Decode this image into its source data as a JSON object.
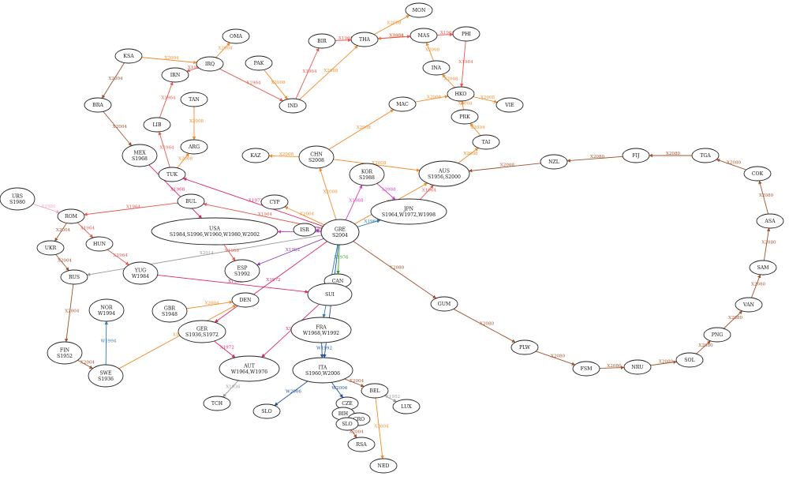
{
  "diagram": {
    "nodes": [
      {
        "id": "MON",
        "lines": [
          "MON"
        ]
      },
      {
        "id": "MAS",
        "lines": [
          "MAS"
        ]
      },
      {
        "id": "PHI",
        "lines": [
          "PHI"
        ]
      },
      {
        "id": "BIR",
        "lines": [
          "BIR"
        ]
      },
      {
        "id": "THA",
        "lines": [
          "THA"
        ]
      },
      {
        "id": "OMA",
        "lines": [
          "OMA"
        ]
      },
      {
        "id": "KSA",
        "lines": [
          "KSA"
        ]
      },
      {
        "id": "IRQ",
        "lines": [
          "IRQ"
        ]
      },
      {
        "id": "PAK",
        "lines": [
          "PAK"
        ]
      },
      {
        "id": "IRN",
        "lines": [
          "IRN"
        ]
      },
      {
        "id": "INA",
        "lines": [
          "INA"
        ]
      },
      {
        "id": "TAN",
        "lines": [
          "TAN"
        ]
      },
      {
        "id": "BRA",
        "lines": [
          "BRA"
        ]
      },
      {
        "id": "IND",
        "lines": [
          "IND"
        ]
      },
      {
        "id": "HKO",
        "lines": [
          "HKO"
        ]
      },
      {
        "id": "VIE",
        "lines": [
          "VIE"
        ]
      },
      {
        "id": "MAC",
        "lines": [
          "MAC"
        ]
      },
      {
        "id": "PRK",
        "lines": [
          "PRK"
        ]
      },
      {
        "id": "LIB",
        "lines": [
          "LIB"
        ]
      },
      {
        "id": "TAI",
        "lines": [
          "TAI"
        ]
      },
      {
        "id": "MEX",
        "lines": [
          "MEX",
          "S1968"
        ]
      },
      {
        "id": "ARG",
        "lines": [
          "ARG"
        ]
      },
      {
        "id": "KAZ",
        "lines": [
          "KAZ"
        ]
      },
      {
        "id": "CHN",
        "lines": [
          "CHN",
          "S2008"
        ]
      },
      {
        "id": "TGA",
        "lines": [
          "TGA"
        ]
      },
      {
        "id": "FIJ",
        "lines": [
          "FIJ"
        ]
      },
      {
        "id": "NZL",
        "lines": [
          "NZL"
        ]
      },
      {
        "id": "AUS",
        "lines": [
          "AUS",
          "S1956,S2000"
        ]
      },
      {
        "id": "KOR",
        "lines": [
          "KOR",
          "S1988"
        ]
      },
      {
        "id": "COK",
        "lines": [
          "COK"
        ]
      },
      {
        "id": "TUK",
        "lines": [
          "TUK"
        ]
      },
      {
        "id": "URS",
        "lines": [
          "URS",
          "S1980"
        ]
      },
      {
        "id": "BUL",
        "lines": [
          "BUL"
        ]
      },
      {
        "id": "CYP",
        "lines": [
          "CYP"
        ]
      },
      {
        "id": "JPN",
        "lines": [
          "JPN",
          "S1964,W1972,W1998"
        ]
      },
      {
        "id": "ROM",
        "lines": [
          "ROM"
        ]
      },
      {
        "id": "ASA",
        "lines": [
          "ASA"
        ]
      },
      {
        "id": "USA",
        "lines": [
          "USA",
          "S1984,S1996,W1960,W1980,W2002"
        ]
      },
      {
        "id": "ISR",
        "lines": [
          "ISR"
        ]
      },
      {
        "id": "GRE",
        "lines": [
          "GRE",
          "S2004"
        ]
      },
      {
        "id": "UKR",
        "lines": [
          "UKR"
        ]
      },
      {
        "id": "HUN",
        "lines": [
          "HUN"
        ]
      },
      {
        "id": "YUG",
        "lines": [
          "YUG",
          "W1984"
        ]
      },
      {
        "id": "ESP",
        "lines": [
          "ESP",
          "S1992"
        ]
      },
      {
        "id": "SAM",
        "lines": [
          "SAM"
        ]
      },
      {
        "id": "RUS",
        "lines": [
          "RUS"
        ]
      },
      {
        "id": "CAN",
        "lines": [
          "CAN"
        ]
      },
      {
        "id": "SUI",
        "lines": [
          "SUI"
        ]
      },
      {
        "id": "GUM",
        "lines": [
          "GUM"
        ]
      },
      {
        "id": "DEN",
        "lines": [
          "DEN"
        ]
      },
      {
        "id": "NOR",
        "lines": [
          "NOR",
          "W1994"
        ]
      },
      {
        "id": "GBR",
        "lines": [
          "GBR",
          "S1948"
        ]
      },
      {
        "id": "VAN",
        "lines": [
          "VAN"
        ]
      },
      {
        "id": "GER",
        "lines": [
          "GER",
          "S1936,S1972"
        ]
      },
      {
        "id": "FRA",
        "lines": [
          "FRA",
          "W1968,W1992"
        ]
      },
      {
        "id": "PNG",
        "lines": [
          "PNG"
        ]
      },
      {
        "id": "FIN",
        "lines": [
          "FIN",
          "S1952"
        ]
      },
      {
        "id": "PLW",
        "lines": [
          "PLW"
        ]
      },
      {
        "id": "SOL",
        "lines": [
          "SOL"
        ]
      },
      {
        "id": "SWE",
        "lines": [
          "SWE",
          "S1936"
        ]
      },
      {
        "id": "AUT",
        "lines": [
          "AUT",
          "W1964,W1976"
        ]
      },
      {
        "id": "ITA",
        "lines": [
          "ITA",
          "S1960,W2006"
        ]
      },
      {
        "id": "FSM",
        "lines": [
          "FSM"
        ]
      },
      {
        "id": "NRU",
        "lines": [
          "NRU"
        ]
      },
      {
        "id": "BEL",
        "lines": [
          "BEL"
        ]
      },
      {
        "id": "CZE",
        "lines": [
          "CZE"
        ]
      },
      {
        "id": "TCH",
        "lines": [
          "TCH"
        ]
      },
      {
        "id": "LUX",
        "lines": [
          "LUX"
        ]
      },
      {
        "id": "SLO",
        "lines": [
          "SLO"
        ]
      },
      {
        "id": "NED",
        "lines": [
          "NED"
        ]
      },
      {
        "id": "BIH",
        "lines": [
          "BIH"
        ]
      },
      {
        "id": "CRO",
        "lines": [
          "CRO"
        ]
      },
      {
        "id": "SLOV",
        "lines": [
          "SLO"
        ]
      },
      {
        "id": "RSA",
        "lines": [
          "RSA"
        ]
      }
    ],
    "edges": [
      {
        "from": "GRE",
        "to": "GUM",
        "label": "X2080",
        "color": "#a0522d"
      },
      {
        "from": "GUM",
        "to": "PLW",
        "label": "X2080",
        "color": "#a0522d"
      },
      {
        "from": "PLW",
        "to": "FSM",
        "label": "X2080",
        "color": "#a0522d"
      },
      {
        "from": "FSM",
        "to": "NRU",
        "label": "X2080",
        "color": "#a0522d"
      },
      {
        "from": "NRU",
        "to": "SOL",
        "label": "X2080",
        "color": "#a0522d"
      },
      {
        "from": "SOL",
        "to": "PNG",
        "label": "X2080",
        "color": "#a0522d"
      },
      {
        "from": "PNG",
        "to": "VAN",
        "label": "X2080",
        "color": "#a0522d"
      },
      {
        "from": "VAN",
        "to": "SAM",
        "label": "X2080",
        "color": "#a0522d"
      },
      {
        "from": "SAM",
        "to": "ASA",
        "label": "X2080",
        "color": "#a0522d"
      },
      {
        "from": "ASA",
        "to": "COK",
        "label": "X2080",
        "color": "#a0522d"
      },
      {
        "from": "COK",
        "to": "TGA",
        "label": "X2080",
        "color": "#a0522d"
      },
      {
        "from": "TGA",
        "to": "FIJ",
        "label": "X2080",
        "color": "#a0522d"
      },
      {
        "from": "FIJ",
        "to": "NZL",
        "label": "X2080",
        "color": "#a0522d"
      },
      {
        "from": "NZL",
        "to": "AUS",
        "label": "X2008",
        "color": "#a0522d"
      },
      {
        "from": "GRE",
        "to": "CHN",
        "label": "X2008",
        "color": "#f28c28"
      },
      {
        "from": "CHN",
        "to": "KAZ",
        "label": "X2008",
        "color": "#f28c28"
      },
      {
        "from": "CHN",
        "to": "MAC",
        "label": "X2008",
        "color": "#f28c28"
      },
      {
        "from": "MAC",
        "to": "HKO",
        "label": "X2008",
        "color": "#f28c28"
      },
      {
        "from": "HKO",
        "to": "VIE",
        "label": "X2008",
        "color": "#f28c28"
      },
      {
        "from": "PRK",
        "to": "HKO",
        "label": "X2004",
        "color": "#f28c28"
      },
      {
        "from": "HKO",
        "to": "INA",
        "label": "X2008",
        "color": "#f28c28"
      },
      {
        "from": "INA",
        "to": "MAS",
        "label": "X2008",
        "color": "#f28c28"
      },
      {
        "from": "MAS",
        "to": "THA",
        "label": "X2008",
        "color": "#f28c28"
      },
      {
        "from": "THA",
        "to": "MON",
        "label": "X2008",
        "color": "#f28c28"
      },
      {
        "from": "THA",
        "to": "MAS",
        "label": "X1964",
        "color": "#e8564d"
      },
      {
        "from": "MAS",
        "to": "PHI",
        "label": "X1964",
        "color": "#e8564d"
      },
      {
        "from": "PHI",
        "to": "HKO",
        "label": "X1964",
        "color": "#e8564d"
      },
      {
        "from": "IND",
        "to": "BIR",
        "label": "X1964",
        "color": "#e8564d"
      },
      {
        "from": "BIR",
        "to": "THA",
        "label": "X1964",
        "color": "#e8564d"
      },
      {
        "from": "IND",
        "to": "THA",
        "label": "X2008",
        "color": "#f28c28"
      },
      {
        "from": "IRQ",
        "to": "OMA",
        "label": "X2004",
        "color": "#f28c28"
      },
      {
        "from": "PAK",
        "to": "IND",
        "label": "X2008",
        "color": "#f28c28"
      },
      {
        "from": "IRQ",
        "to": "IND",
        "label": "X1964",
        "color": "#e8564d"
      },
      {
        "from": "KSA",
        "to": "IRQ",
        "label": "X2004",
        "color": "#f28c28"
      },
      {
        "from": "IRQ",
        "to": "IRN",
        "label": "X1964",
        "color": "#e8564d"
      },
      {
        "from": "KSA",
        "to": "BRA",
        "label": "X2004",
        "color": "#a0522d"
      },
      {
        "from": "BRA",
        "to": "MEX",
        "label": "X2004",
        "color": "#a0522d"
      },
      {
        "from": "TAN",
        "to": "ARG",
        "label": "X2008",
        "color": "#f28c28"
      },
      {
        "from": "LIB",
        "to": "IRN",
        "label": "X1964",
        "color": "#e8564d"
      },
      {
        "from": "TUK",
        "to": "LIB",
        "label": "X1964",
        "color": "#e8564d"
      },
      {
        "from": "TUK",
        "to": "ARG",
        "label": "X2008",
        "color": "#f28c28"
      },
      {
        "from": "GRE",
        "to": "TUK",
        "label": "X1972",
        "color": "#e0245e"
      },
      {
        "from": "GRE",
        "to": "BUL",
        "label": "X1964",
        "color": "#e8564d"
      },
      {
        "from": "GRE",
        "to": "CYP",
        "label": "X2004",
        "color": "#f28c28"
      },
      {
        "from": "GRE",
        "to": "JPN",
        "label": "X1964",
        "color": "#2c7bb6"
      },
      {
        "from": "GRE",
        "to": "KOR",
        "label": "X1988",
        "color": "#d63fbf"
      },
      {
        "from": "GRE",
        "to": "AUS",
        "label": "X2000",
        "color": "#f28c28"
      },
      {
        "from": "GRE",
        "to": "ISR",
        "label": "X2004",
        "color": "#8e44ad"
      },
      {
        "from": "GRE",
        "to": "USA",
        "label": "X1984",
        "color": "#d63fbf"
      },
      {
        "from": "GRE",
        "to": "ESP",
        "label": "X1992",
        "color": "#8e44ad"
      },
      {
        "from": "GRE",
        "to": "CAN",
        "label": "X1976",
        "color": "#2ca02c"
      },
      {
        "from": "GRE",
        "to": "GER",
        "label": "X1972",
        "color": "#e0245e"
      },
      {
        "from": "GRE",
        "to": "FRA",
        "label": "W1968",
        "color": "#2c7bb6"
      },
      {
        "from": "GRE",
        "to": "ITA",
        "label": "X1960",
        "color": "#1f4e9c"
      },
      {
        "from": "GRE",
        "to": "RUS",
        "label": "X2014",
        "color": "#999999"
      },
      {
        "from": "BUL",
        "to": "ROM",
        "label": "X1964",
        "color": "#e8564d"
      },
      {
        "from": "ROM",
        "to": "HUN",
        "label": "X1964",
        "color": "#e8564d"
      },
      {
        "from": "ROM",
        "to": "UKR",
        "label": "X2004",
        "color": "#a0522d"
      },
      {
        "from": "URS",
        "to": "ROM",
        "label": "X1980",
        "color": "#f4a6c8"
      },
      {
        "from": "UKR",
        "to": "RUS",
        "label": "X2004",
        "color": "#a0522d"
      },
      {
        "from": "RUS",
        "to": "FIN",
        "label": "X2004",
        "color": "#a0522d"
      },
      {
        "from": "FIN",
        "to": "SWE",
        "label": "X2004",
        "color": "#a0522d"
      },
      {
        "from": "HUN",
        "to": "YUG",
        "label": "X1964",
        "color": "#e8564d"
      },
      {
        "from": "YUG",
        "to": "SUI",
        "label": "X1968",
        "color": "#e0245e"
      },
      {
        "from": "SWE",
        "to": "NOR",
        "label": "W1994",
        "color": "#2c7bb6"
      },
      {
        "from": "SWE",
        "to": "DEN",
        "label": "X1956",
        "color": "#f28c28"
      },
      {
        "from": "GBR",
        "to": "DEN",
        "label": "X2004",
        "color": "#f28c28"
      },
      {
        "from": "GER",
        "to": "AUT",
        "label": "X1972",
        "color": "#e0245e"
      },
      {
        "from": "SUI",
        "to": "AUT",
        "label": "X1972",
        "color": "#e0245e"
      },
      {
        "from": "AUT",
        "to": "TCH",
        "label": "X1936",
        "color": "#999999"
      },
      {
        "from": "ITA",
        "to": "SLO",
        "label": "W2006",
        "color": "#1f4e9c"
      },
      {
        "from": "ITA",
        "to": "BEL",
        "label": "X2004",
        "color": "#a0522d"
      },
      {
        "from": "BEL",
        "to": "LUX",
        "label": "X1952",
        "color": "#999999"
      },
      {
        "from": "BEL",
        "to": "NED",
        "label": "X2004",
        "color": "#f28c28"
      },
      {
        "from": "ITA",
        "to": "CZE",
        "label": "W2006",
        "color": "#1f4e9c"
      },
      {
        "from": "CZE",
        "to": "BIH",
        "label": "X2004",
        "color": "#a0522d"
      },
      {
        "from": "BIH",
        "to": "CRO",
        "label": "X2004",
        "color": "#a0522d"
      },
      {
        "from": "CRO",
        "to": "SLOV",
        "label": "X2004",
        "color": "#a0522d"
      },
      {
        "from": "SLOV",
        "to": "RSA",
        "label": "X2004",
        "color": "#a0522d"
      },
      {
        "from": "FRA",
        "to": "ITA",
        "label": "W1992",
        "color": "#1f4e9c"
      },
      {
        "from": "USA",
        "to": "ESP",
        "label": "X1968",
        "color": "#e8564d"
      },
      {
        "from": "MEX",
        "to": "USA",
        "label": "X1968",
        "color": "#e0245e"
      },
      {
        "from": "KOR",
        "to": "JPN",
        "label": "X1988",
        "color": "#d63fbf"
      },
      {
        "from": "JPN",
        "to": "AUS",
        "label": "X1964",
        "color": "#e8564d"
      },
      {
        "from": "AUS",
        "to": "TAI",
        "label": "X2008",
        "color": "#f28c28"
      },
      {
        "from": "TAI",
        "to": "PRK",
        "label": "X2004",
        "color": "#f28c28"
      },
      {
        "from": "CHN",
        "to": "AUS",
        "label": "X2008",
        "color": "#f28c28"
      }
    ]
  }
}
